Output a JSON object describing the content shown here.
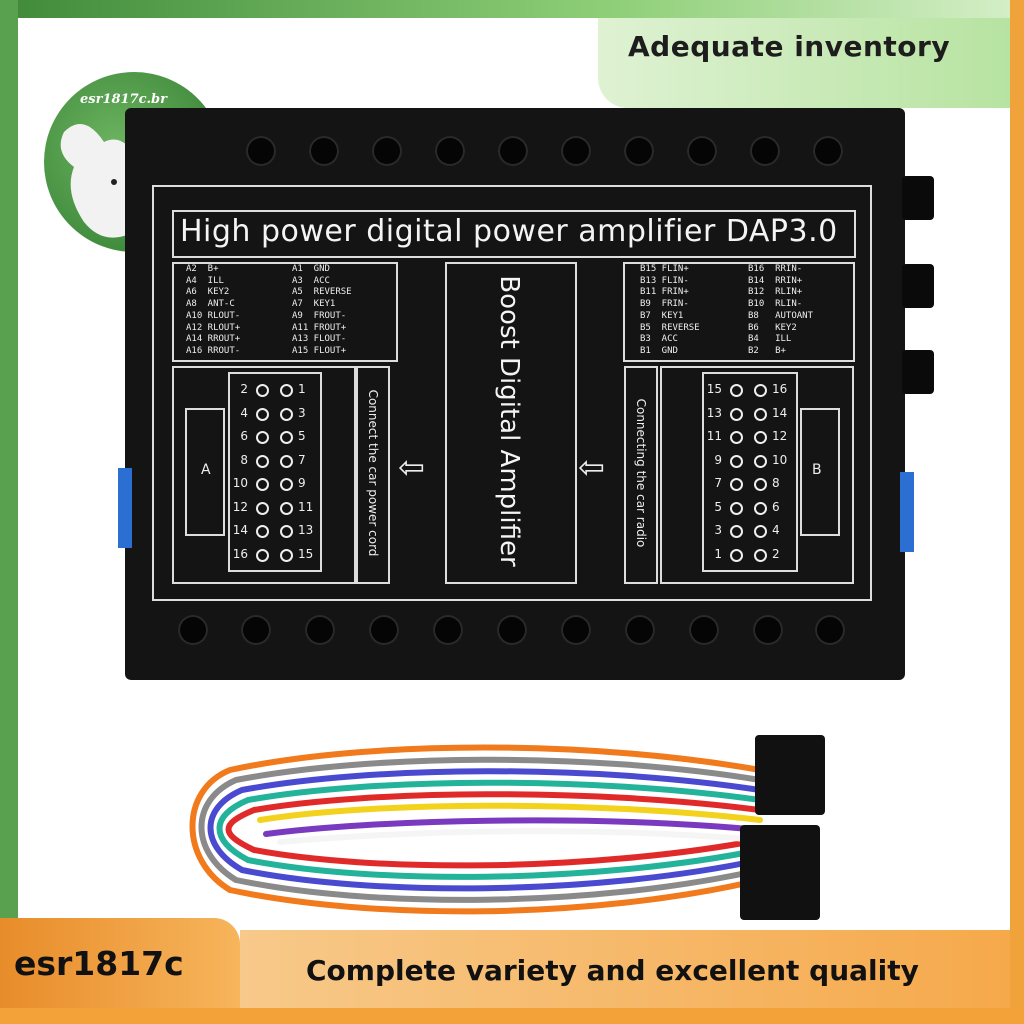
{
  "banners": {
    "top": "Adequate inventory",
    "bottom_left": "esr1817c",
    "bottom": "Complete variety and excellent quality"
  },
  "logo": {
    "text": "esr1817c.br"
  },
  "device": {
    "title": "High  power  digital  power  amplifier  DAP3.0",
    "center_label": "Boost Digital Amplifier",
    "left_side_label": "Connect the car power cord",
    "right_side_label": "Connecting the car radio",
    "connector_a_letter": "A",
    "connector_b_letter": "B",
    "pins_a_left": "A2  B+\nA4  ILL\nA6  KEY2\nA8  ANT-C\nA10 RLOUT-\nA12 RLOUT+\nA14 RROUT+\nA16 RROUT-",
    "pins_a_right": "A1  GND\nA3  ACC\nA5  REVERSE\nA7  KEY1\nA9  FROUT-\nA11 FROUT+\nA13 FLOUT-\nA15 FLOUT+",
    "pins_b_left": "B15 FLIN+\nB13 FLIN-\nB11 FRIN+\nB9  FRIN-\nB7  KEY1\nB5  REVERSE\nB3  ACC\nB1  GND",
    "pins_b_right": "B16  RRIN-\nB14  RRIN+\nB12  RLIN+\nB10  RLIN-\nB8   AUTOANT\nB6   KEY2\nB4   ILL\nB2   B+",
    "connector_a_pins_left": [
      "2",
      "4",
      "6",
      "8",
      "10",
      "12",
      "14",
      "16"
    ],
    "connector_a_pins_right": [
      "1",
      "3",
      "5",
      "7",
      "9",
      "11",
      "13",
      "15"
    ],
    "connector_b_pins_left": [
      "15",
      "13",
      "11",
      "9",
      "7",
      "5",
      "3",
      "1"
    ],
    "connector_b_pins_right": [
      "16",
      "14",
      "12",
      "10",
      "8",
      "6",
      "4",
      "2"
    ]
  }
}
